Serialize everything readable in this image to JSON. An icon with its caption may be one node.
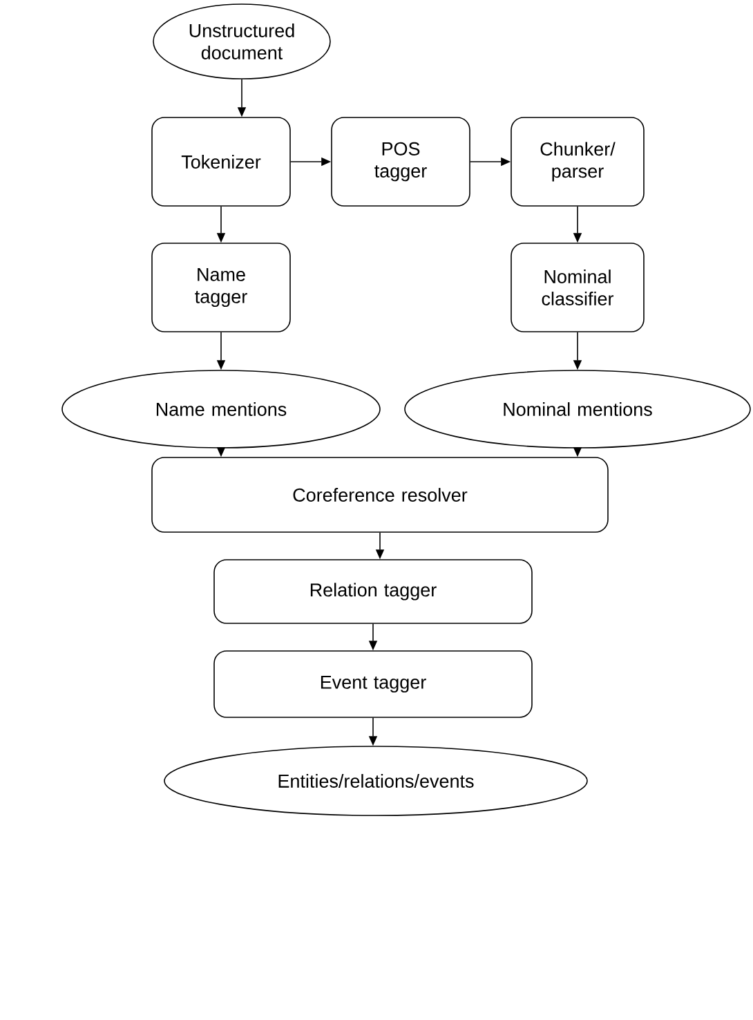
{
  "diagram": {
    "nodes": [
      {
        "text": [
          "Unstructured document"
        ]
      },
      {
        "text": [
          "Tokenizer"
        ]
      },
      {
        "text": [
          "POS tagger"
        ]
      },
      {
        "text": [
          "Chunker/ parser"
        ]
      },
      {
        "text": [
          "Name tagger"
        ]
      },
      {
        "text": [
          "Nominal classifier"
        ]
      },
      {
        "text": [
          "Name mentions"
        ]
      },
      {
        "text": [
          "Nominal mentions"
        ]
      },
      {
        "text": [
          "Coreference resolver"
        ]
      },
      {
        "text": [
          "Relation tagger"
        ]
      },
      {
        "text": [
          "Event tagger"
        ]
      },
      {
        "text": [
          "Entities/relations/events"
        ]
      }
    ],
    "edges": [
      {
        "from": 0,
        "to": 1,
        "arrow": "to"
      },
      {
        "from": 1,
        "to": 2,
        "arrow": "to"
      },
      {
        "from": 2,
        "to": 3,
        "arrow": "to"
      },
      {
        "from": 1,
        "to": 4,
        "arrow": "to"
      },
      {
        "from": 3,
        "to": 5,
        "arrow": "to"
      },
      {
        "from": 4,
        "to": 6,
        "arrow": "to"
      },
      {
        "from": 5,
        "to": 7,
        "arrow": "to"
      },
      {
        "from": 6,
        "to": 8,
        "arrow": "to"
      },
      {
        "from": 7,
        "to": 8,
        "arrow": "to"
      },
      {
        "from": 8,
        "to": 9,
        "arrow": "to"
      },
      {
        "from": 9,
        "to": 10,
        "arrow": "to"
      },
      {
        "from": 10,
        "to": 11,
        "arrow": "to"
      }
    ]
  }
}
